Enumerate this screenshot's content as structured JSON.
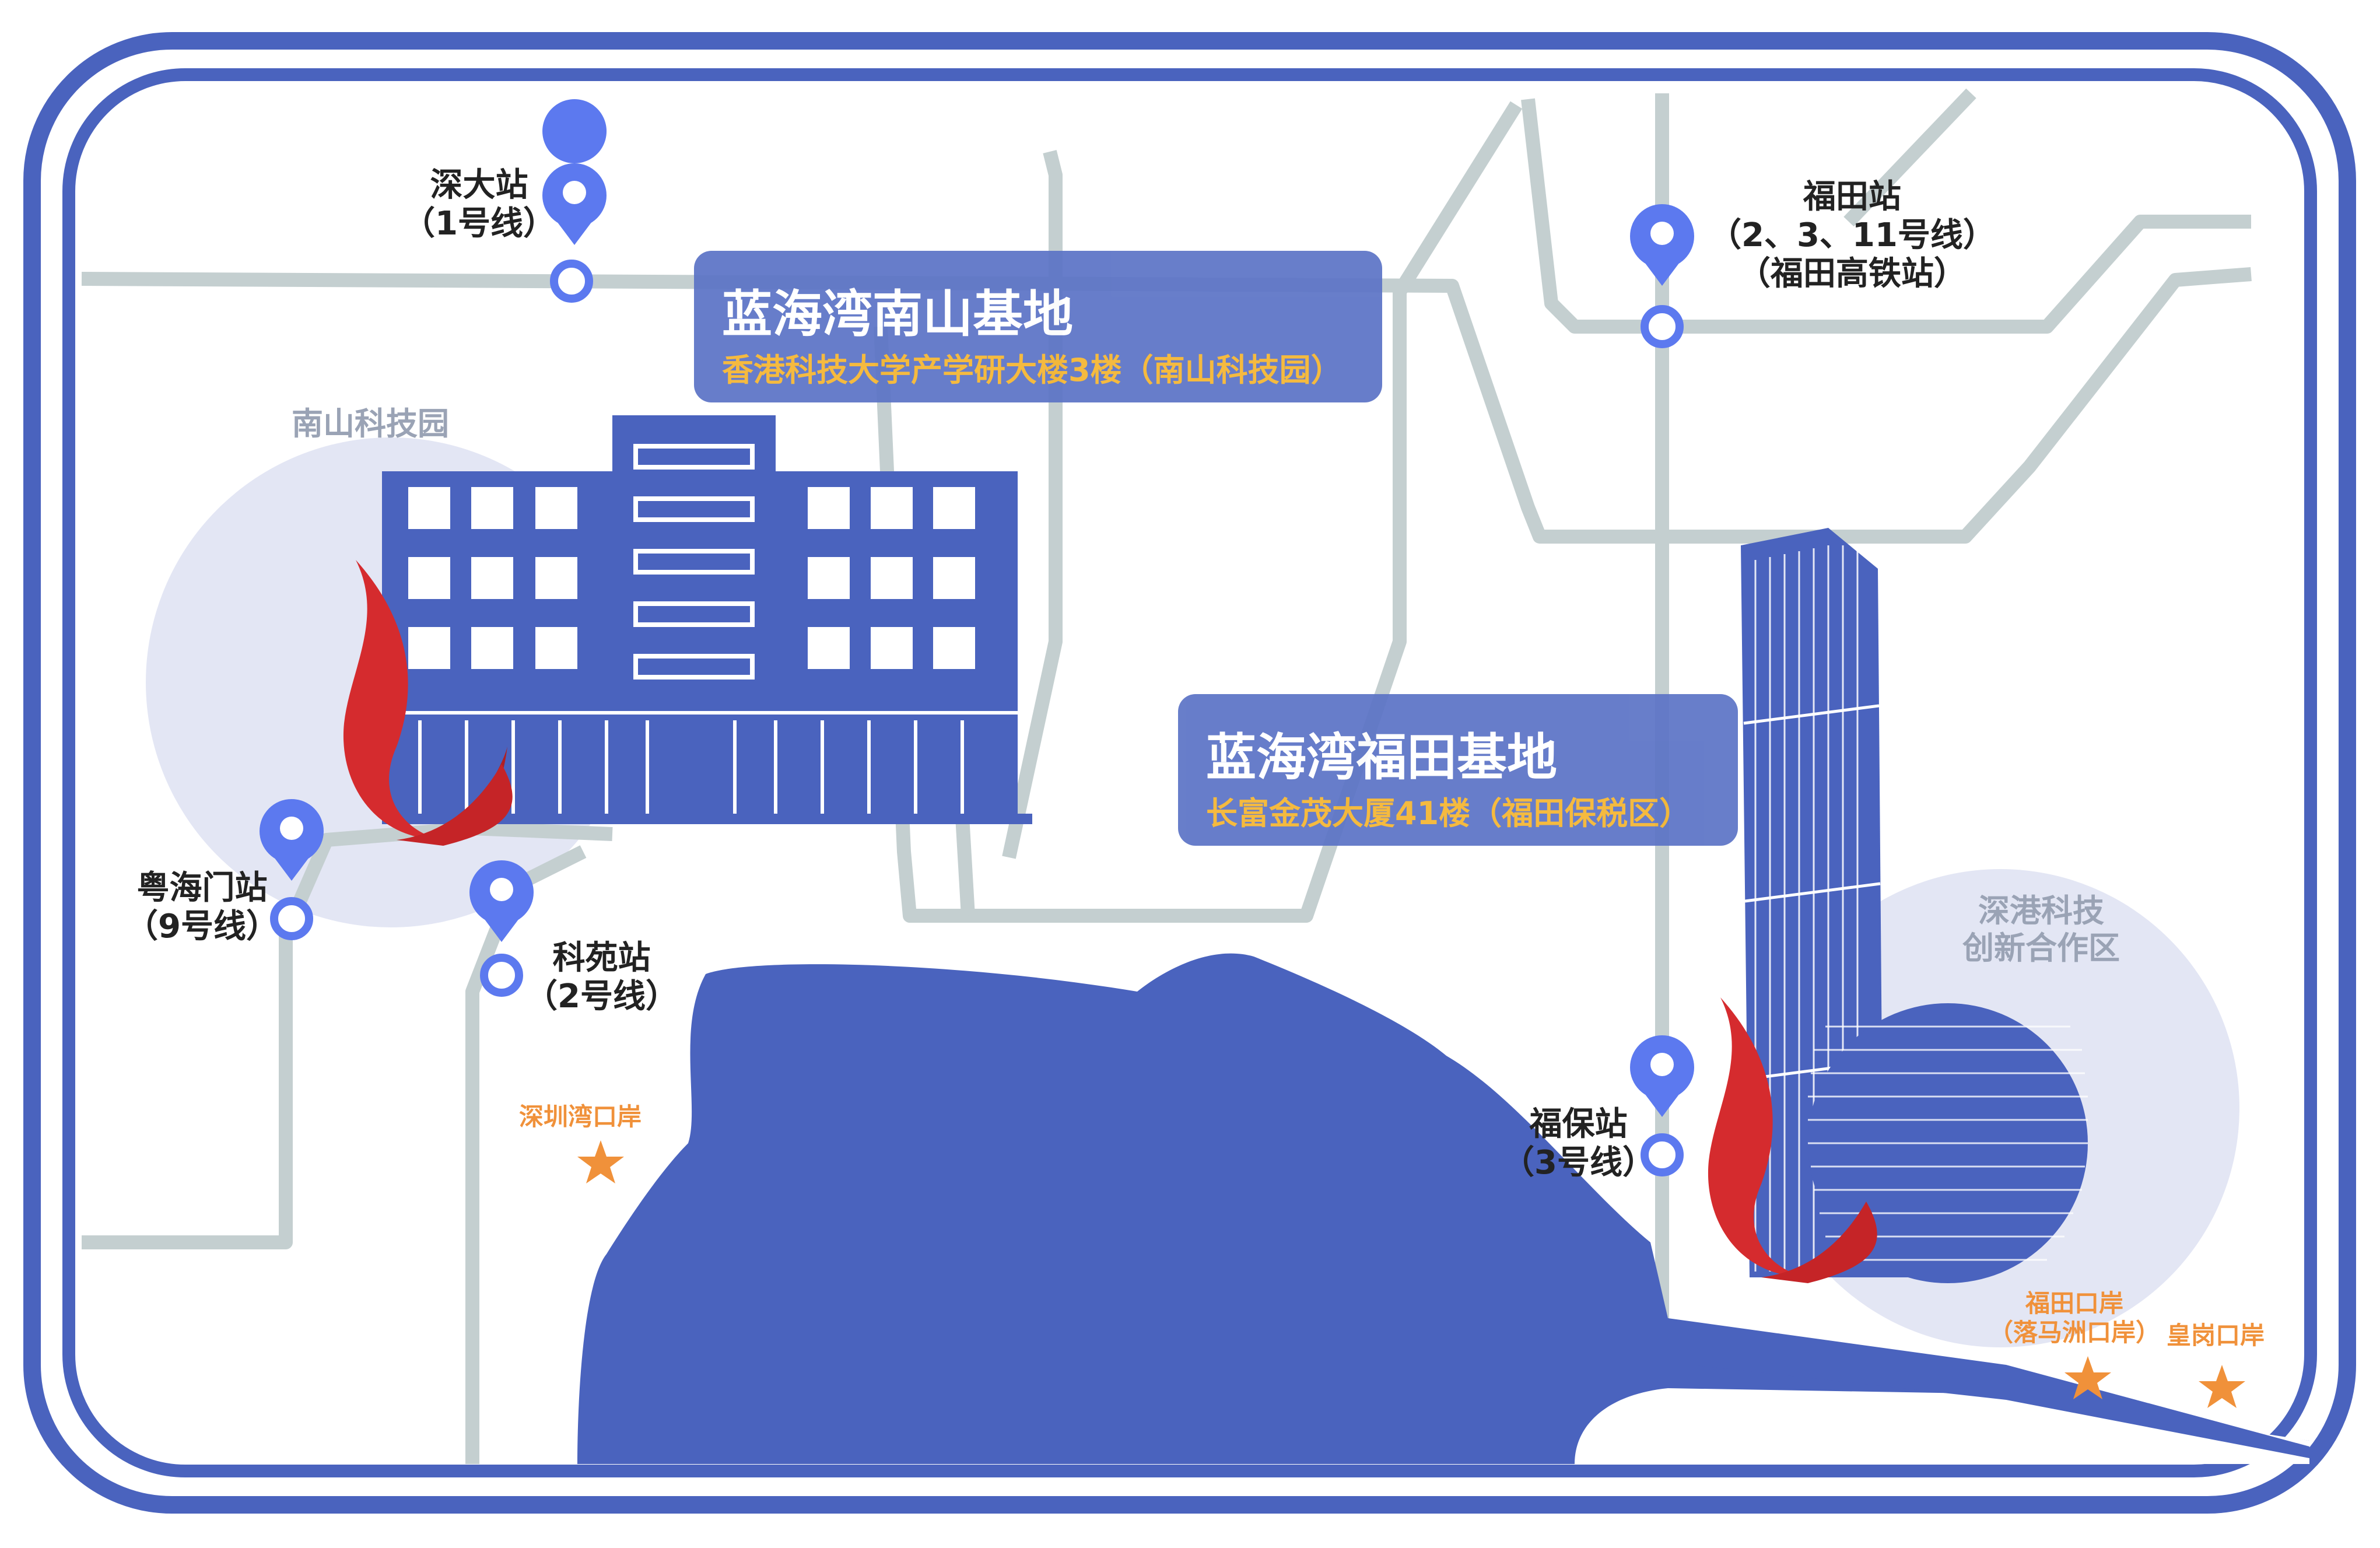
{
  "bases": {
    "nanshan": {
      "title": "蓝海湾南山基地",
      "address": "香港科技大学产学研大楼3楼（南山科技园）"
    },
    "futian": {
      "title": "蓝海湾福田基地",
      "address": "长富金茂大厦41楼（福田保税区）"
    }
  },
  "zones": {
    "nanshan_park": "南山科技园",
    "shenzhen_hk_line1": "深港科技",
    "shenzhen_hk_line2": "创新合作区"
  },
  "stations": {
    "shenda": {
      "name": "深大站",
      "line": "（1号线）"
    },
    "futian": {
      "name": "福田站",
      "line": "（2、3、11号线）",
      "extra": "（福田高铁站）"
    },
    "yuehaimen": {
      "name": "粤海门站",
      "line": "（9号线）"
    },
    "keyuan": {
      "name": "科苑站",
      "line": "（2号线）"
    },
    "fubao": {
      "name": "福保站",
      "line": "（3号线）"
    }
  },
  "ports": {
    "shenzhenwan": "深圳湾口岸",
    "futian_port_line1": "福田口岸",
    "futian_port_line2": "（落马洲口岸）",
    "huanggang": "皇岗口岸"
  },
  "colors": {
    "border": "#4a63be",
    "water": "#4a63be",
    "road": "#c4cfd0",
    "pin": "#5c79ef",
    "card": "#5b73c6",
    "zone_circle": "#e3e6f4",
    "flame": "#d52b2e",
    "address": "#f5b52f",
    "port_star": "#f0913a"
  },
  "icons": [
    "map-pin-icon",
    "station-ring-icon",
    "star-icon",
    "flame-icon",
    "building-icon",
    "tower-icon"
  ]
}
